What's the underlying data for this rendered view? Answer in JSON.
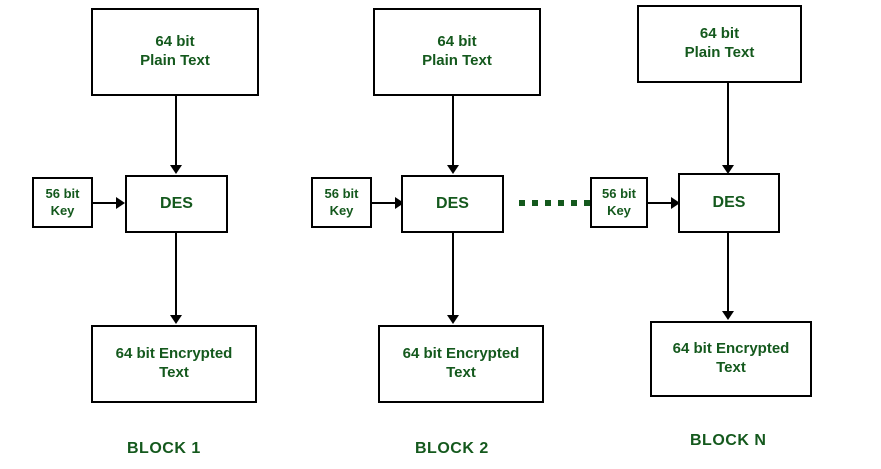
{
  "diagram": {
    "title": "DES Electronic Code Book block diagram",
    "colors": {
      "text_green": "#14591d",
      "line_black": "#000000",
      "background": "#ffffff"
    },
    "ellipsis": {
      "name": "dots-separator",
      "dot_count": 6
    },
    "blocks": [
      {
        "id": "block-1",
        "label": "BLOCK 1",
        "plain_text": "64 bit\nPlain Text",
        "plain_text_line1": "64 bit",
        "plain_text_line2": "Plain Text",
        "key": "56 bit\nKey",
        "key_line1": "56 bit",
        "key_line2": "Key",
        "cipher": "DES",
        "encrypted_text_line1": "64 bit Encrypted",
        "encrypted_text_line2": "Text"
      },
      {
        "id": "block-2",
        "label": "BLOCK 2",
        "plain_text": "64 bit\nPlain Text",
        "plain_text_line1": "64 bit",
        "plain_text_line2": "Plain Text",
        "key": "56 bit\nKey",
        "key_line1": "56 bit",
        "key_line2": "Key",
        "cipher": "DES",
        "encrypted_text_line1": "64 bit Encrypted",
        "encrypted_text_line2": "Text"
      },
      {
        "id": "block-n",
        "label": "BLOCK N",
        "plain_text": "64 bit\nPlain Text",
        "plain_text_line1": "64 bit",
        "plain_text_line2": "Plain Text",
        "key": "56 bit\nKey",
        "key_line1": "56 bit",
        "key_line2": "Key",
        "cipher": "DES",
        "encrypted_text_line1": "64 bit Encrypted",
        "encrypted_text_line2": "Text"
      }
    ]
  }
}
